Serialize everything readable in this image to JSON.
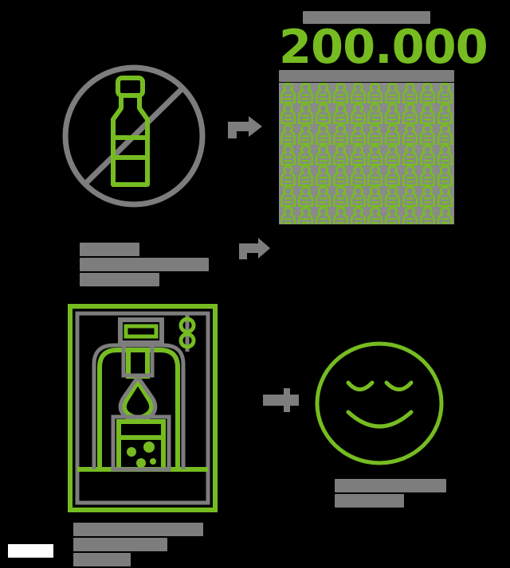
{
  "theme": {
    "background": "#000000",
    "accent_green": "#76bc21",
    "muted_gray": "#7d7d7d",
    "panel_gray": "#8a8a8a",
    "logo_white": "#ffffff"
  },
  "stat": {
    "eyebrow_redacted": true,
    "number": "200.000",
    "sub_redacted": true
  },
  "pictogram": {
    "columns": 10,
    "rows": 7,
    "icon_name": "person-icon",
    "icon_color": "#76bc21",
    "panel_color": "#8a8a8a"
  },
  "icons": {
    "no_bottle": "no-plastic-bottle-icon",
    "arrow_1": "arrow-right-icon",
    "arrow_2": "arrow-right-icon",
    "arrow_3": "arrow-right-icon",
    "dispenser": "water-dispenser-icon",
    "smiley": "content-face-icon",
    "logo": "brand-logo"
  },
  "captions": {
    "middle_redacted": true,
    "dispenser_redacted": true,
    "smiley_redacted": true
  }
}
